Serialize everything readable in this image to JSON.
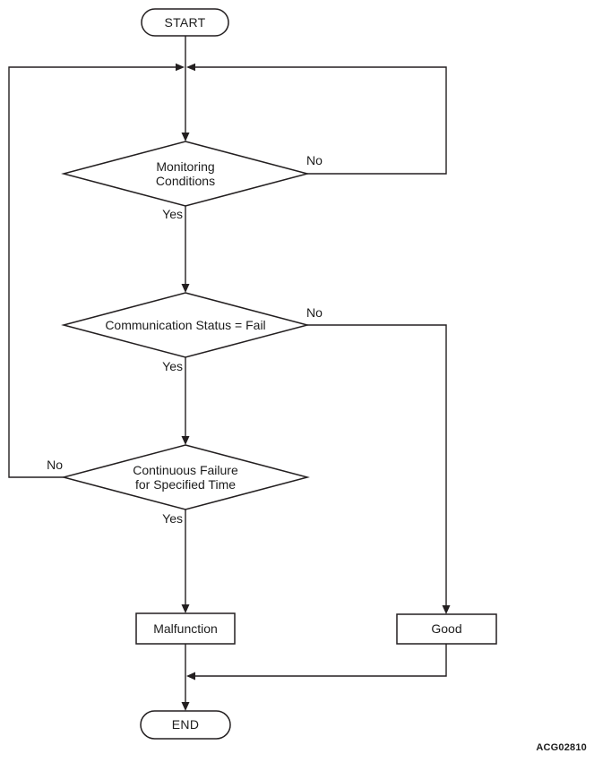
{
  "figure": {
    "code": "ACG02810",
    "background_color": "#ffffff",
    "line_color": "#231f20",
    "text_color": "#1c1c1c"
  },
  "nodes": {
    "start": {
      "label": "START"
    },
    "monitoring_conditions": {
      "line1": "Monitoring",
      "line2": "Conditions"
    },
    "communication_status": {
      "label": "Communication Status = Fail"
    },
    "continuous_failure": {
      "line1": "Continuous Failure",
      "line2": "for Specified Time"
    },
    "malfunction": {
      "label": "Malfunction"
    },
    "good": {
      "label": "Good"
    },
    "end": {
      "label": "END"
    }
  },
  "edge_labels": {
    "monitoring_yes": "Yes",
    "monitoring_no": "No",
    "communication_yes": "Yes",
    "communication_no": "No",
    "continuous_yes": "Yes",
    "continuous_no": "No"
  }
}
